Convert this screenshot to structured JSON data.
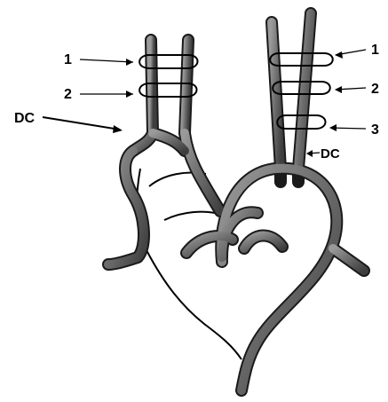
{
  "labels": {
    "left_1": "1",
    "left_2": "2",
    "left_dc": "DC",
    "right_1": "1",
    "right_2": "2",
    "right_3": "3",
    "right_dc": "DC"
  },
  "colors": {
    "vessel_fill": "#6f6f6f",
    "vessel_outline": "#1a1a1a",
    "line": "#000000",
    "background": "#ffffff"
  }
}
